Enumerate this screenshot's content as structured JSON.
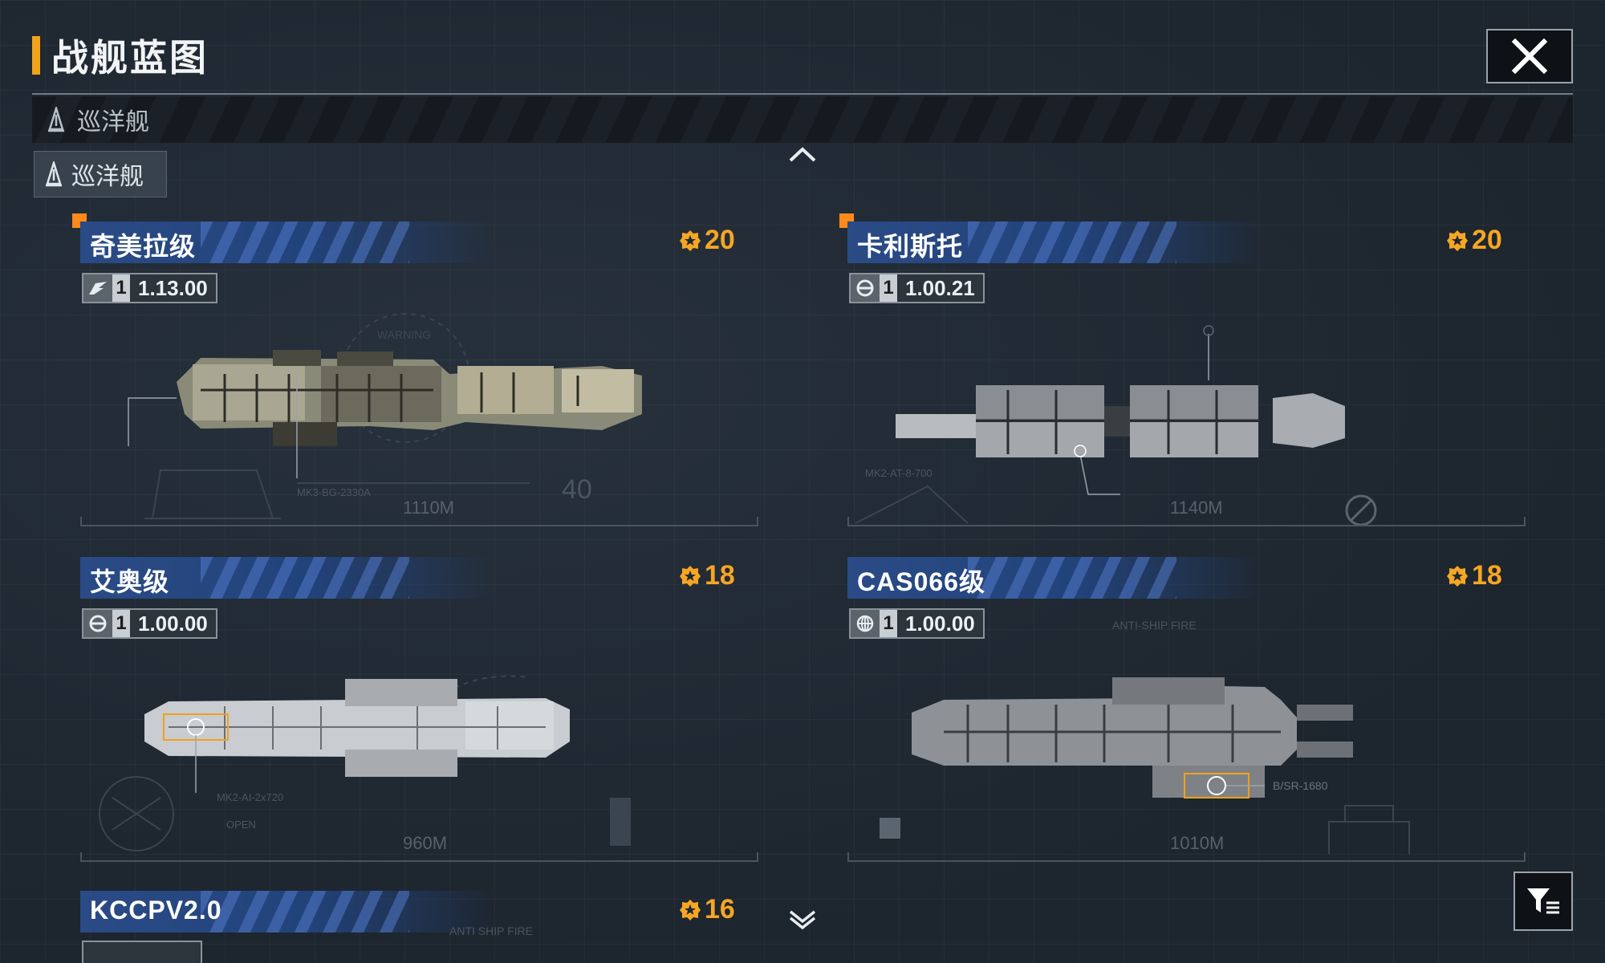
{
  "header": {
    "title": "战舰蓝图"
  },
  "category": {
    "current": "巡洋舰",
    "tab_label": "巡洋舰"
  },
  "ships": [
    {
      "name": "奇美拉级",
      "cost": "20",
      "level": "1",
      "version": "1.13.00",
      "length": "1110M",
      "new": true
    },
    {
      "name": "卡利斯托",
      "cost": "20",
      "level": "1",
      "version": "1.00.21",
      "length": "1140M",
      "new": true
    },
    {
      "name": "艾奥级",
      "cost": "18",
      "level": "1",
      "version": "1.00.00",
      "length": "960M",
      "new": false
    },
    {
      "name": "CAS066级",
      "cost": "18",
      "level": "1",
      "version": "1.00.00",
      "length": "1010M",
      "new": false
    },
    {
      "name": "KCCPV2.0",
      "cost": "16"
    }
  ],
  "annotations": {
    "a1": "MK3-BG-2330A",
    "a2": "MK2-AT-8-700",
    "a3": "MK2-AI-2x720",
    "a4": "B/SR-1680",
    "a5": "ANTI-SHIP FIRE",
    "a6": "WARNING",
    "a7": "OPEN",
    "a8": "ANTI SHIP FIRE"
  },
  "colors": {
    "accent": "#f0a21a",
    "cost": "#f5a623",
    "header_blue": "#2a4b86",
    "new_badge": "#ff8a1a"
  }
}
